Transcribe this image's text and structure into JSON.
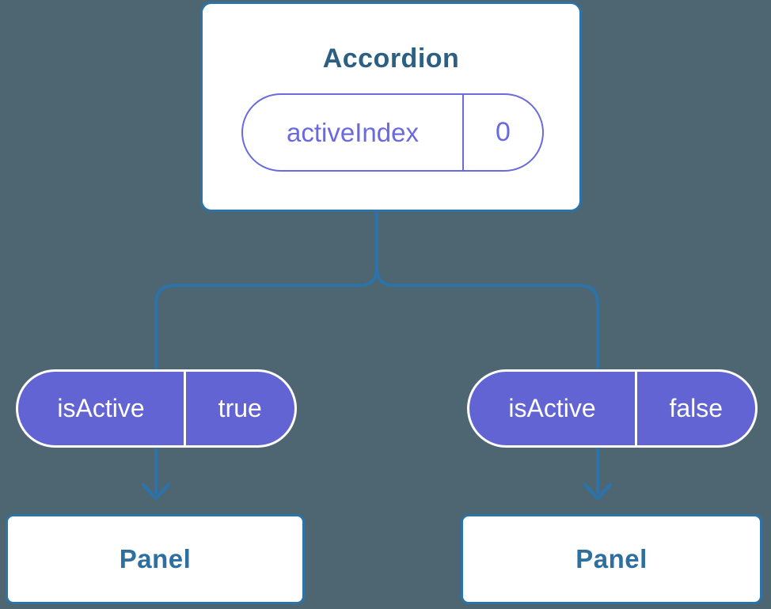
{
  "colors": {
    "background": "#4D6672",
    "line": "#2B73A8",
    "card_bg": "#FFFFFF",
    "title_text": "#2B6084",
    "panel_text": "#2D6F9E",
    "purple_fill": "#6364D3",
    "purple_outline": "#6A6ADE",
    "pill_text_on_fill": "#FFFFFF"
  },
  "tree": {
    "root": {
      "title": "Accordion",
      "state_pill": {
        "name": "activeIndex",
        "value": "0"
      }
    },
    "props": [
      {
        "name": "isActive",
        "value": "true"
      },
      {
        "name": "isActive",
        "value": "false"
      }
    ],
    "children": [
      {
        "label": "Panel"
      },
      {
        "label": "Panel"
      }
    ]
  }
}
